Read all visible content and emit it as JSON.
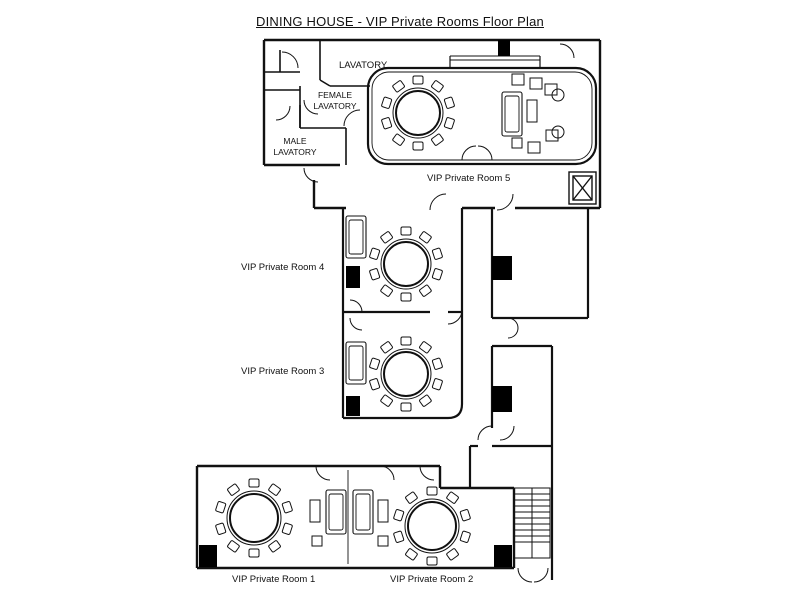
{
  "title": "DINING HOUSE - VIP Private Rooms Floor Plan",
  "rooms": {
    "vip1": "VIP Private Room 1",
    "vip2": "VIP Private Room 2",
    "vip3": "VIP Private Room 3",
    "vip4": "VIP Private Room 4",
    "vip5": "VIP Private Room 5"
  },
  "lavatory": {
    "main": "LAVATORY",
    "female_l1": "FEMALE",
    "female_l2": "LAVATORY",
    "male_l1": "MALE",
    "male_l2": "LAVATORY"
  },
  "colors": {
    "line": "#111111",
    "fill": "#ffffff",
    "solid": "#000000"
  },
  "icons": [
    "round-table-icon",
    "chair-icon",
    "sofa-icon",
    "coffee-table-icon",
    "door-swing-icon",
    "pillar-icon",
    "elevator-icon",
    "staircase-icon"
  ]
}
